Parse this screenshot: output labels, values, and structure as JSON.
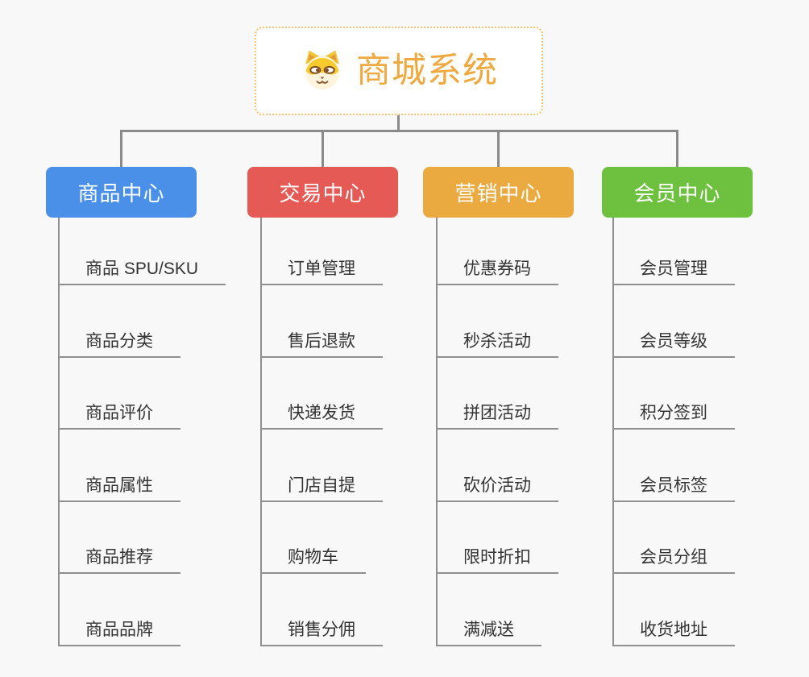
{
  "canvas": {
    "background": "#f8f8f8",
    "connector_color": "#8a8a8a",
    "underline_color": "#8f8f8f"
  },
  "root": {
    "title": "商城系统",
    "title_color": "#EFA93E",
    "border_color": "#F6C36B",
    "icon": "dog-face-icon",
    "icon_colors": {
      "fur": "#F9CA2E",
      "muzzle": "#FDF4DE",
      "features": "#7A4B21"
    }
  },
  "branches": [
    {
      "id": "product-center",
      "label": "商品中心",
      "color": "#4A90E8",
      "items": [
        "商品 SPU/SKU",
        "商品分类",
        "商品评价",
        "商品属性",
        "商品推荐",
        "商品品牌"
      ]
    },
    {
      "id": "trade-center",
      "label": "交易中心",
      "color": "#E65A56",
      "items": [
        "订单管理",
        "售后退款",
        "快递发货",
        "门店自提",
        "购物车",
        "销售分佣"
      ]
    },
    {
      "id": "marketing-center",
      "label": "营销中心",
      "color": "#EAAA3F",
      "items": [
        "优惠券码",
        "秒杀活动",
        "拼团活动",
        "砍价活动",
        "限时折扣",
        "满减送"
      ]
    },
    {
      "id": "member-center",
      "label": "会员中心",
      "color": "#6EC13F",
      "items": [
        "会员管理",
        "会员等级",
        "积分签到",
        "会员标签",
        "会员分组",
        "收货地址"
      ]
    }
  ]
}
